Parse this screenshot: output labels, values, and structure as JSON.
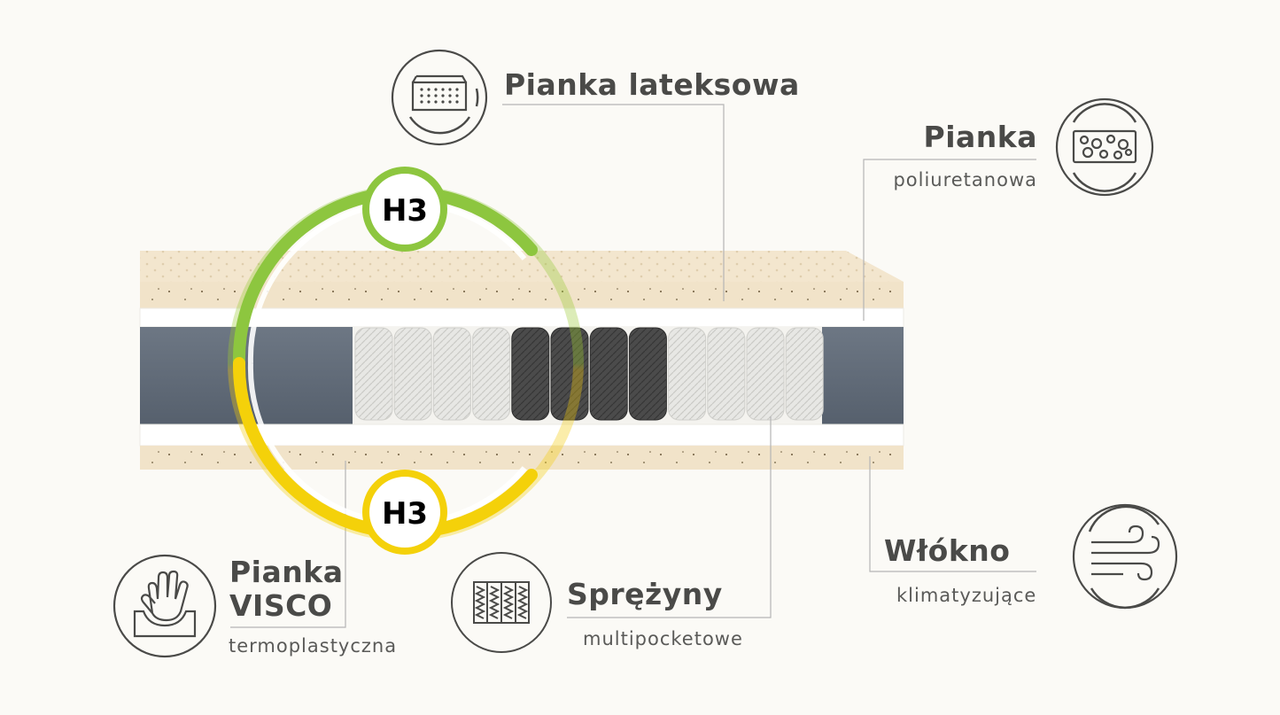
{
  "labels": {
    "latex": {
      "title": "Pianka lateksowa",
      "icon": "mattress-icon"
    },
    "polyurethane": {
      "title": "Pianka",
      "subtitle": "poliuretanowa",
      "icon": "foam-bubbles-icon"
    },
    "visco": {
      "title_line1": "Pianka",
      "title_line2": "VISCO",
      "subtitle": "termoplastyczna",
      "icon": "hand-imprint-icon"
    },
    "springs": {
      "title": "Sprężyny",
      "subtitle": "multipocketowe",
      "icon": "pocket-springs-icon"
    },
    "fiber": {
      "title": "Włókno",
      "subtitle": "klimatyzujące",
      "icon": "airflow-icon"
    }
  },
  "hardness": {
    "top": "H3",
    "bottom": "H3"
  },
  "colors": {
    "latex": "#f1e3c9",
    "gray_block": "#5f6b78",
    "green": "#8dc63f",
    "yellow": "#f4d10a",
    "text": "#4a4a48",
    "line": "#b5b5b5"
  }
}
